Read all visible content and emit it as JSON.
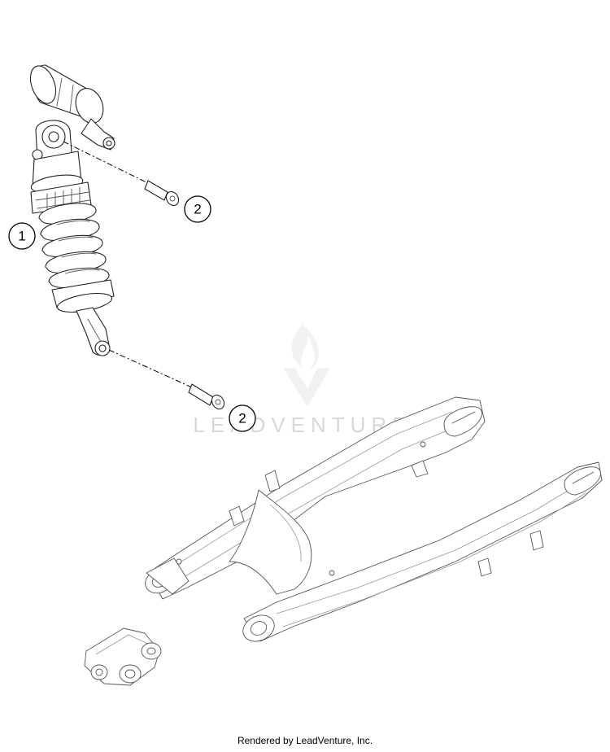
{
  "watermark": {
    "text": "LEADVENTURE"
  },
  "callouts": [
    {
      "id": "callout-1",
      "label": "1"
    },
    {
      "id": "callout-2-upper",
      "label": "2"
    },
    {
      "id": "callout-2-lower",
      "label": "2"
    }
  ],
  "footer": {
    "text": "Rendered by LeadVenture, Inc."
  },
  "icons": [
    "shock-absorber-icon",
    "bolt-icon",
    "swingarm-icon",
    "linkage-icon",
    "leadventure-logo-icon"
  ]
}
